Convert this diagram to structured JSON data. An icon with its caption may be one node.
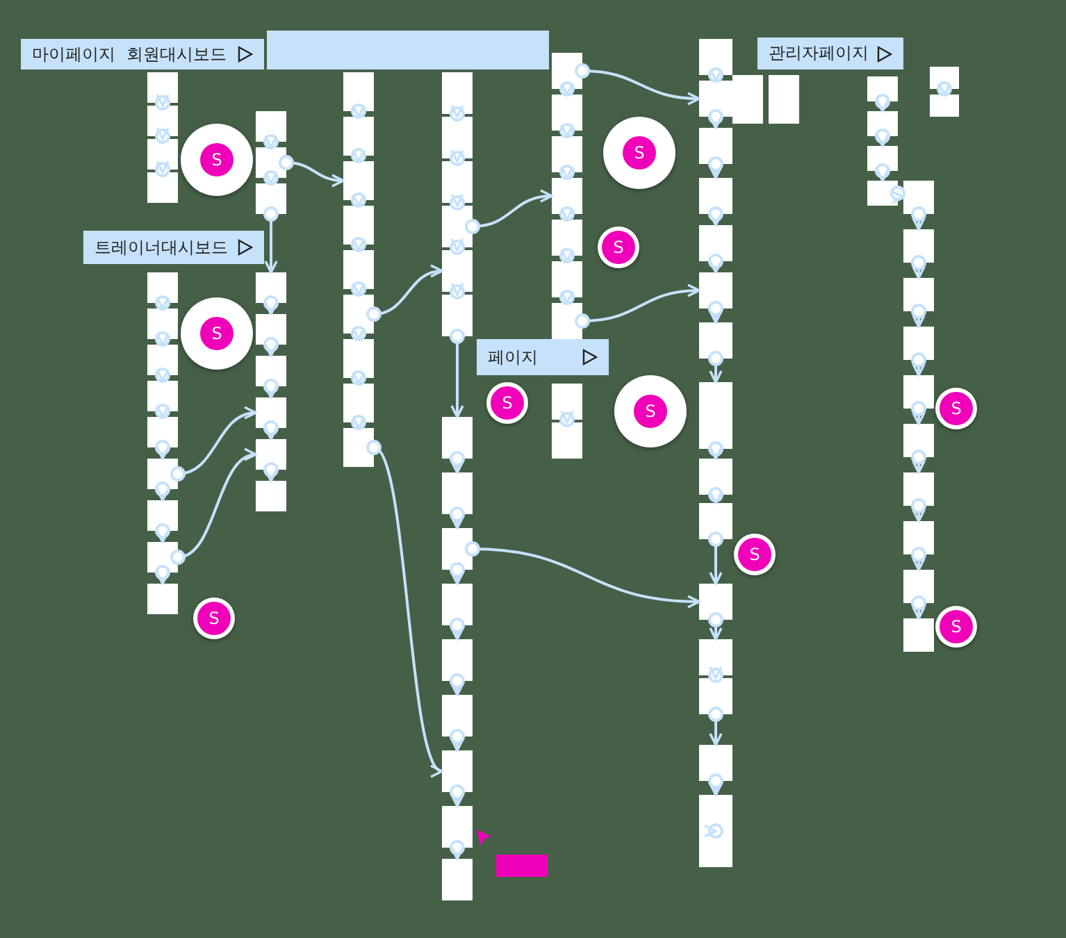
{
  "diagram": {
    "nodes": [
      {
        "text": [
          "마이페이지"
        ]
      },
      {
        "text": [
          "회원대시보드"
        ]
      },
      {
        "text": [
          "트레이너대시보드"
        ]
      },
      {
        "text": [
          "관리자페이지"
        ]
      },
      {
        "text": [
          "페이지"
        ]
      },
      {
        "text": [],
        "shape": "box"
      },
      {
        "text": [],
        "shape": "box"
      },
      {
        "text": [],
        "shape": "box"
      },
      {
        "text": [],
        "shape": "box"
      },
      {
        "text": [],
        "shape": "box"
      },
      {
        "text": [],
        "shape": "box"
      },
      {
        "text": [],
        "shape": "box"
      },
      {
        "text": [],
        "shape": "box"
      },
      {
        "text": [],
        "shape": "box"
      },
      {
        "text": [],
        "shape": "box"
      },
      {
        "text": [],
        "shape": "box"
      },
      {
        "text": [],
        "shape": "box"
      },
      {
        "text": [],
        "shape": "box"
      },
      {
        "text": [],
        "shape": "box"
      },
      {
        "text": [],
        "shape": "box"
      },
      {
        "text": [],
        "shape": "box"
      },
      {
        "text": [],
        "shape": "box"
      },
      {
        "text": [],
        "shape": "box"
      },
      {
        "text": [],
        "shape": "box"
      },
      {
        "text": [],
        "shape": "box"
      },
      {
        "text": [],
        "shape": "box"
      },
      {
        "text": [],
        "shape": "box"
      },
      {
        "text": [],
        "shape": "box"
      },
      {
        "text": [],
        "shape": "box"
      },
      {
        "text": [],
        "shape": "box"
      },
      {
        "text": [],
        "shape": "box"
      },
      {
        "text": [],
        "shape": "box"
      },
      {
        "text": [],
        "shape": "box"
      },
      {
        "text": [],
        "shape": "box"
      },
      {
        "text": [],
        "shape": "box"
      },
      {
        "text": [],
        "shape": "box"
      },
      {
        "text": [],
        "shape": "box"
      },
      {
        "text": [],
        "shape": "box"
      },
      {
        "text": [],
        "shape": "box"
      },
      {
        "text": [],
        "shape": "box"
      },
      {
        "text": [],
        "shape": "box"
      },
      {
        "text": [],
        "shape": "box"
      },
      {
        "text": [],
        "shape": "box"
      },
      {
        "text": [],
        "shape": "box"
      },
      {
        "text": [],
        "shape": "box"
      },
      {
        "text": [],
        "shape": "box"
      },
      {
        "text": [],
        "shape": "box"
      },
      {
        "text": [],
        "shape": "box"
      },
      {
        "text": [],
        "shape": "box"
      },
      {
        "text": [],
        "shape": "box"
      },
      {
        "text": [],
        "shape": "box"
      },
      {
        "text": [],
        "shape": "box"
      },
      {
        "text": [],
        "shape": "box"
      },
      {
        "text": [],
        "shape": "box"
      },
      {
        "text": [],
        "shape": "box"
      },
      {
        "text": [],
        "shape": "box"
      },
      {
        "text": [],
        "shape": "box"
      },
      {
        "text": [],
        "shape": "box"
      },
      {
        "text": [],
        "shape": "box"
      },
      {
        "text": [],
        "shape": "box"
      },
      {
        "text": [],
        "shape": "box"
      },
      {
        "text": [],
        "shape": "box"
      },
      {
        "text": [],
        "shape": "box"
      },
      {
        "text": [],
        "shape": "box"
      },
      {
        "text": [],
        "shape": "box"
      },
      {
        "text": [],
        "shape": "box"
      },
      {
        "text": [],
        "shape": "box"
      },
      {
        "text": [],
        "shape": "box"
      },
      {
        "text": [],
        "shape": "box"
      },
      {
        "text": [],
        "shape": "box"
      },
      {
        "text": [],
        "shape": "box"
      },
      {
        "text": [],
        "shape": "box"
      },
      {
        "text": [],
        "shape": "box"
      },
      {
        "text": [],
        "shape": "box"
      },
      {
        "text": [],
        "shape": "box"
      },
      {
        "text": [],
        "shape": "box"
      },
      {
        "text": [],
        "shape": "box"
      },
      {
        "text": [],
        "shape": "box"
      },
      {
        "text": [],
        "shape": "box"
      },
      {
        "text": [],
        "shape": "box"
      },
      {
        "text": [],
        "shape": "box"
      },
      {
        "text": [],
        "shape": "box"
      },
      {
        "text": [],
        "shape": "box"
      },
      {
        "text": [],
        "shape": "box"
      },
      {
        "text": [],
        "shape": "box"
      },
      {
        "text": [],
        "shape": "box"
      },
      {
        "text": [],
        "shape": "box"
      },
      {
        "text": [],
        "shape": "box"
      },
      {
        "text": [],
        "shape": "box"
      },
      {
        "text": [],
        "shape": "box"
      },
      {
        "text": [],
        "shape": "box"
      },
      {
        "text": [],
        "shape": "box"
      },
      {
        "text": [],
        "shape": "box"
      },
      {
        "text": [],
        "shape": "box"
      },
      {
        "text": [],
        "shape": "box"
      }
    ],
    "edges": [
      {
        "from": 6,
        "to": 7,
        "arrow": "to"
      },
      {
        "from": 7,
        "to": 8,
        "arrow": "to"
      },
      {
        "from": 8,
        "to": 9,
        "arrow": "to"
      },
      {
        "from": 10,
        "to": 11,
        "arrow": "to"
      },
      {
        "from": 11,
        "to": 12,
        "arrow": "to"
      },
      {
        "from": 12,
        "to": 13,
        "arrow": "to"
      },
      {
        "from": 13,
        "to": 14,
        "arrow": "to"
      },
      {
        "from": 14,
        "to": 15,
        "arrow": "to"
      },
      {
        "from": 15,
        "to": 16,
        "arrow": "to"
      },
      {
        "from": 16,
        "to": 17,
        "arrow": "to"
      },
      {
        "from": 17,
        "to": 18,
        "arrow": "to"
      },
      {
        "from": 19,
        "to": 20,
        "arrow": "to"
      },
      {
        "from": 20,
        "to": 21,
        "arrow": "to"
      },
      {
        "from": 21,
        "to": 22,
        "arrow": "to"
      },
      {
        "from": 22,
        "to": 23,
        "arrow": "to"
      },
      {
        "from": 23,
        "to": 24,
        "arrow": "to"
      },
      {
        "from": 24,
        "to": 25,
        "arrow": "to"
      },
      {
        "from": 25,
        "to": 26,
        "arrow": "to"
      },
      {
        "from": 26,
        "to": 27,
        "arrow": "to"
      },
      {
        "from": 28,
        "to": 29,
        "arrow": "to"
      },
      {
        "from": 29,
        "to": 30,
        "arrow": "to"
      },
      {
        "from": 30,
        "to": 31,
        "arrow": "to"
      },
      {
        "from": 31,
        "to": 32,
        "arrow": "to"
      },
      {
        "from": 32,
        "to": 33,
        "arrow": "to"
      },
      {
        "from": 33,
        "to": 34,
        "arrow": "to"
      },
      {
        "from": 34,
        "to": 35,
        "arrow": "to"
      },
      {
        "from": 35,
        "to": 36,
        "arrow": "to"
      },
      {
        "from": 37,
        "to": 38,
        "arrow": "to"
      },
      {
        "from": 38,
        "to": 39,
        "arrow": "to"
      },
      {
        "from": 39,
        "to": 40,
        "arrow": "to"
      },
      {
        "from": 40,
        "to": 41,
        "arrow": "to"
      },
      {
        "from": 41,
        "to": 42,
        "arrow": "to"
      },
      {
        "from": 42,
        "to": 43,
        "arrow": "to"
      },
      {
        "from": 43,
        "to": 44,
        "arrow": "to"
      },
      {
        "from": 44,
        "to": 45,
        "arrow": "to"
      },
      {
        "from": 45,
        "to": 46,
        "arrow": "to"
      },
      {
        "from": 46,
        "to": 47,
        "arrow": "to"
      },
      {
        "from": 47,
        "to": 48,
        "arrow": "to"
      },
      {
        "from": 48,
        "to": 49,
        "arrow": "to"
      },
      {
        "from": 49,
        "to": 50,
        "arrow": "to"
      },
      {
        "from": 50,
        "to": 51,
        "arrow": "to"
      },
      {
        "from": 52,
        "to": 53,
        "arrow": "to"
      },
      {
        "from": 53,
        "to": 54,
        "arrow": "to"
      },
      {
        "from": 54,
        "to": 55,
        "arrow": "to"
      },
      {
        "from": 55,
        "to": 56,
        "arrow": "to"
      },
      {
        "from": 56,
        "to": 57,
        "arrow": "to"
      },
      {
        "from": 57,
        "to": 58,
        "arrow": "to"
      },
      {
        "from": 59,
        "to": 60,
        "arrow": "to"
      },
      {
        "from": 61,
        "to": 62,
        "arrow": "to"
      },
      {
        "from": 62,
        "to": 63,
        "arrow": "to"
      },
      {
        "from": 63,
        "to": 64,
        "arrow": "to"
      },
      {
        "from": 64,
        "to": 65,
        "arrow": "to"
      },
      {
        "from": 65,
        "to": 66,
        "arrow": "to"
      },
      {
        "from": 66,
        "to": 67,
        "arrow": "to"
      },
      {
        "from": 67,
        "to": 68,
        "arrow": "to"
      },
      {
        "from": 68,
        "to": 69,
        "arrow": "to"
      },
      {
        "from": 69,
        "to": 70,
        "arrow": "to"
      },
      {
        "from": 70,
        "to": 71,
        "arrow": "to"
      },
      {
        "from": 71,
        "to": 72,
        "arrow": "to"
      },
      {
        "from": 72,
        "to": 73,
        "arrow": "to"
      },
      {
        "from": 73,
        "to": 74,
        "arrow": "to"
      },
      {
        "from": 74,
        "to": 75,
        "arrow": "to"
      },
      {
        "from": 75,
        "to": 76,
        "arrow": "to"
      },
      {
        "from": 77,
        "to": 78,
        "arrow": "to"
      },
      {
        "from": 78,
        "to": 79,
        "arrow": "to"
      },
      {
        "from": 79,
        "to": 80,
        "arrow": "to"
      },
      {
        "from": 81,
        "to": 82,
        "arrow": "to"
      },
      {
        "from": 82,
        "to": 83,
        "arrow": "to"
      },
      {
        "from": 83,
        "to": 84,
        "arrow": "to"
      },
      {
        "from": 84,
        "to": 85,
        "arrow": "to"
      },
      {
        "from": 85,
        "to": 86,
        "arrow": "to"
      },
      {
        "from": 86,
        "to": 87,
        "arrow": "to"
      },
      {
        "from": 87,
        "to": 88,
        "arrow": "to"
      },
      {
        "from": 88,
        "to": 89,
        "arrow": "to"
      },
      {
        "from": 89,
        "to": 90,
        "arrow": "to"
      },
      {
        "from": 91,
        "to": 92,
        "arrow": "to"
      },
      {
        "from": 36,
        "to": 49,
        "arrow": "to"
      },
      {
        "from": 15,
        "to": 25,
        "arrow": "to"
      },
      {
        "from": 17,
        "to": 26,
        "arrow": "to"
      },
      {
        "from": 20,
        "to": 30,
        "arrow": "to"
      },
      {
        "from": 33,
        "to": 41,
        "arrow": "to"
      },
      {
        "from": 40,
        "to": 55,
        "arrow": "to"
      },
      {
        "from": 52,
        "to": 62,
        "arrow": "to"
      },
      {
        "from": 58,
        "to": 66,
        "arrow": "to"
      },
      {
        "from": 80,
        "to": 81,
        "arrow": "to"
      },
      {
        "from": 45,
        "to": 71,
        "arrow": "to"
      }
    ],
    "labels": [
      "S",
      "S",
      "S",
      "S",
      "S",
      "S",
      "S",
      "S",
      "S",
      "S"
    ]
  }
}
